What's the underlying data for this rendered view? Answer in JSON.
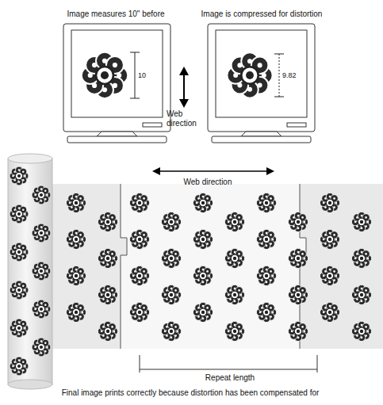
{
  "diagram": {
    "nodes": [
      {
        "text": [
          "10"
        ]
      },
      {
        "text": [
          "9.82"
        ]
      }
    ],
    "labels": [
      "Image measures 10\" before",
      "Image is compressed for distortion",
      "Web direction",
      "Web direction",
      "Final image prints correctly because distortion has been compensated for",
      "Repeat length"
    ]
  }
}
